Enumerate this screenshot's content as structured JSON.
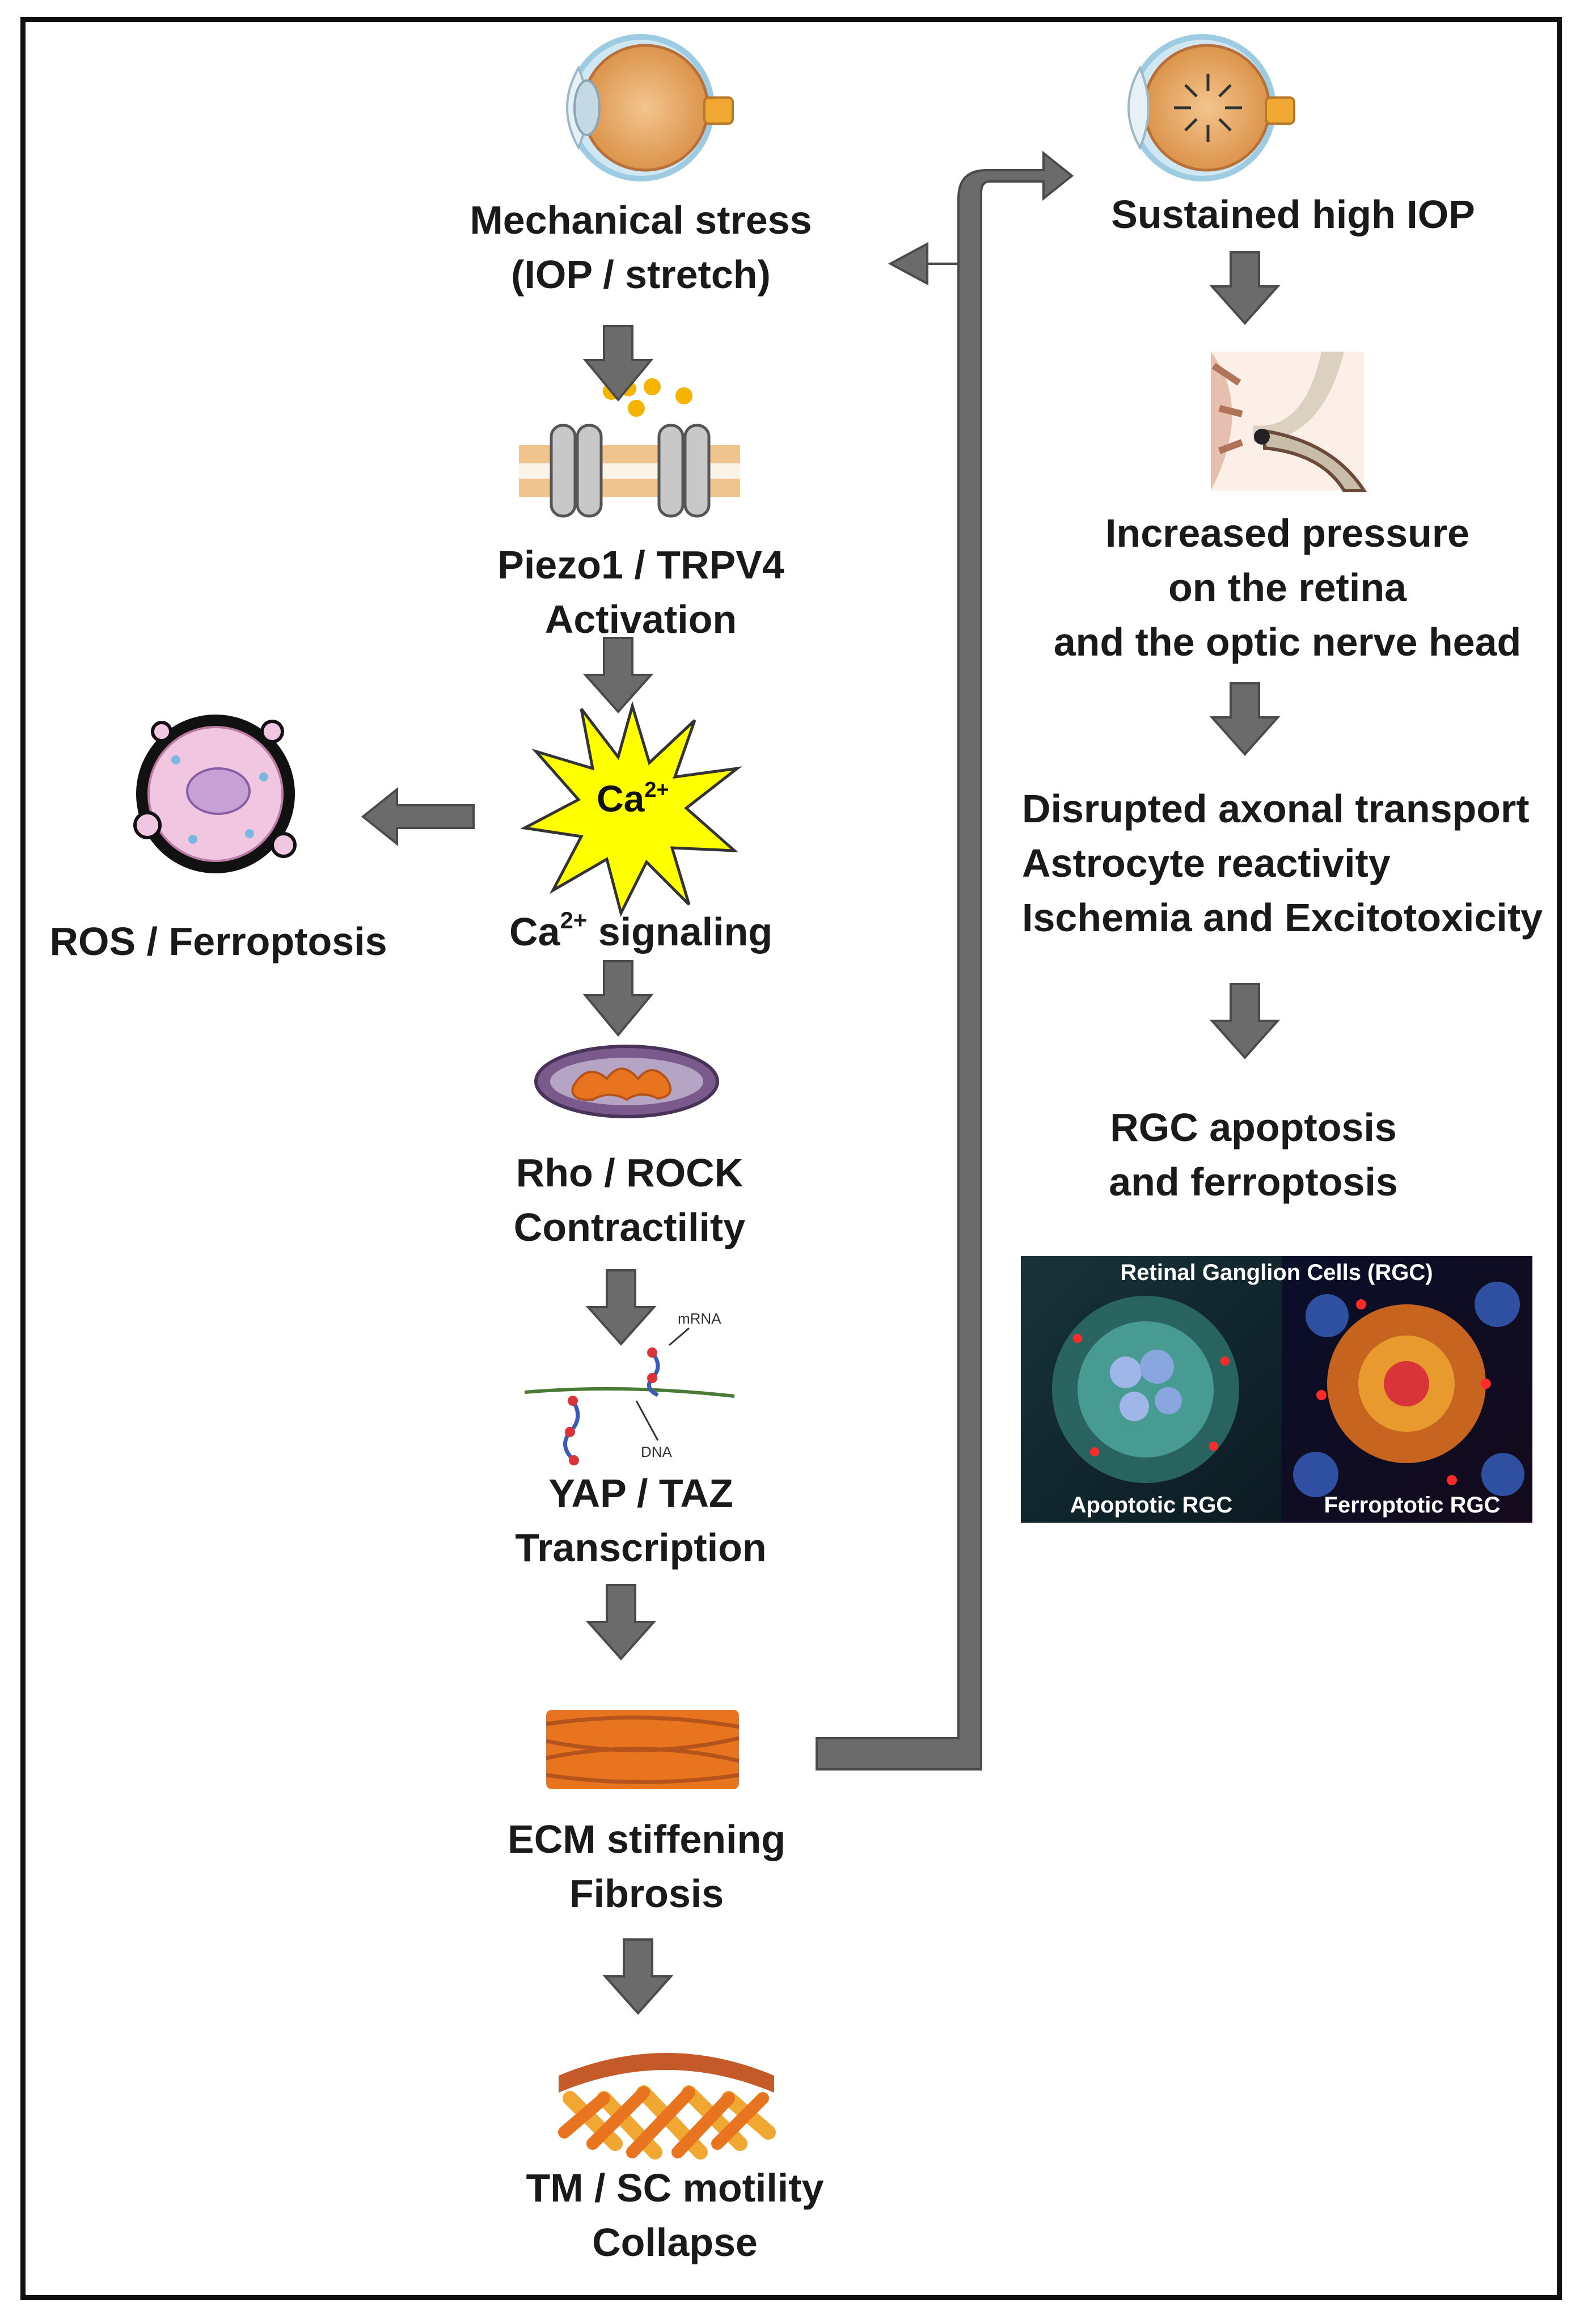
{
  "left_column": {
    "mechanical_stress": [
      "Mechanical stress",
      "(IOP / stretch)"
    ],
    "piezo": [
      "Piezo1 / TRPV4",
      "Activation"
    ],
    "ca_burst_label": "Ca",
    "ca_burst_charge": "2+",
    "ca_signaling": {
      "prefix": "Ca",
      "charge": "2+",
      "suffix": " signaling"
    },
    "rho_rock": [
      "Rho / ROCK",
      "Contractility"
    ],
    "mrna_tag": "mRNA",
    "dna_tag": "DNA",
    "yap_taz": [
      "YAP / TAZ",
      "Transcription"
    ],
    "ecm": [
      "ECM stiffening",
      "Fibrosis"
    ],
    "tm_sc": [
      "TM / SC motility",
      "Collapse"
    ]
  },
  "side_branch": {
    "ros_ferroptosis": "ROS / Ferroptosis"
  },
  "right_column": {
    "sustained_iop": "Sustained high IOP",
    "increased_pressure": [
      "Increased pressure",
      "on the retina",
      "and the optic nerve head"
    ],
    "disrupted": [
      "Disrupted axonal transport",
      "Astrocyte reactivity",
      "Ischemia and Excitotoxicity"
    ],
    "rgc_outcome": [
      "RGC apoptosis",
      "and ferroptosis"
    ],
    "photo": {
      "title": "Retinal Ganglion Cells (RGC)",
      "left_caption": "Apoptotic RGC",
      "right_caption": "Ferroptotic RGC"
    }
  },
  "colors": {
    "arrow_fill": "#6b6b6b",
    "arrow_stroke": "#4a4a4a",
    "frame": "#111111",
    "burst_fill": "#ffff00",
    "orange": "#e8741f",
    "purple": "#7a5a8c"
  }
}
